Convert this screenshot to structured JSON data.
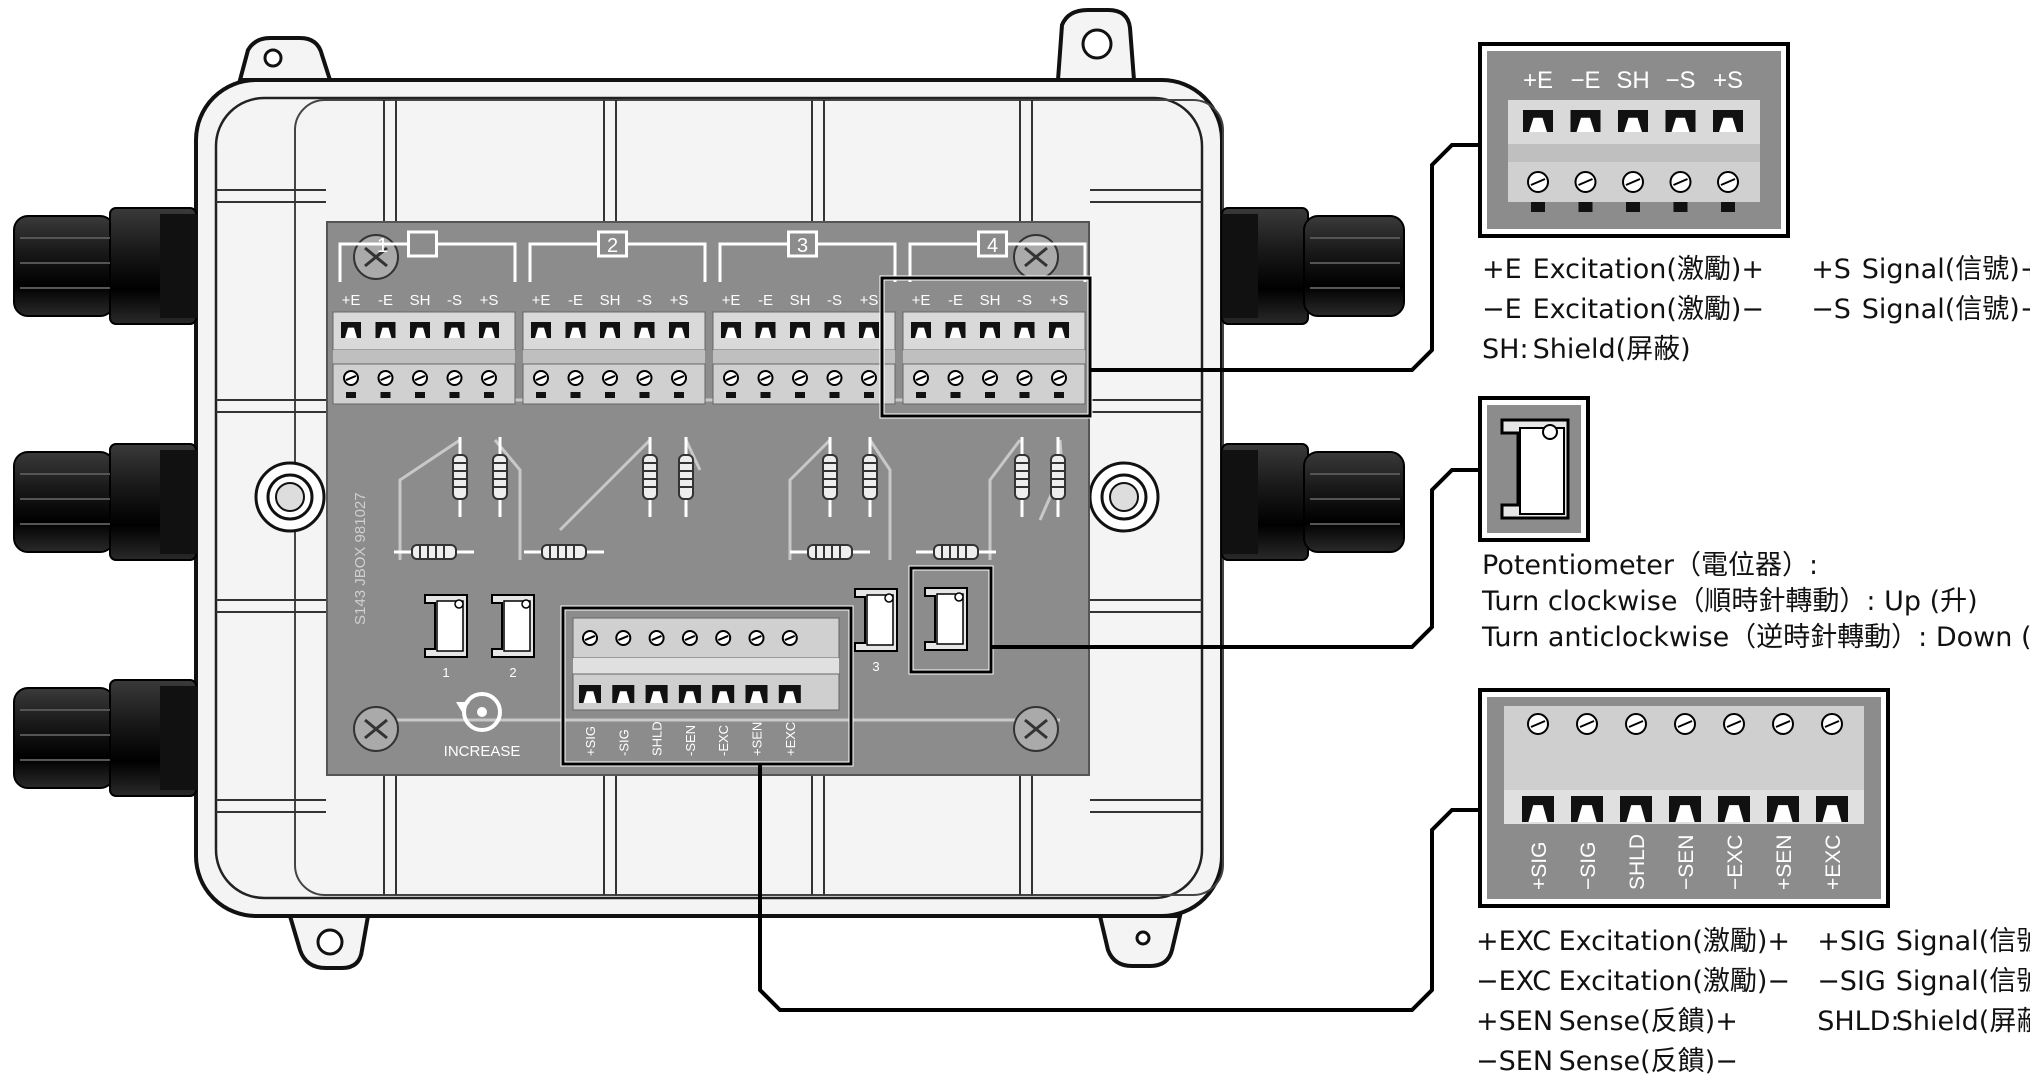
{
  "board": {
    "model": "S143 JBOX 981027",
    "increase_label": "INCREASE",
    "channel_numbers": [
      "1",
      "2",
      "3",
      "4"
    ],
    "channel_terminals": [
      "+E",
      "-E",
      "SH",
      "-S",
      "+S"
    ],
    "pot_numbers": [
      "1",
      "2",
      "3"
    ],
    "output_terminals": [
      "+SIG",
      "-SIG",
      "SHLD",
      "-SEN",
      "-EXC",
      "+SEN",
      "+EXC"
    ]
  },
  "zoom_channel": {
    "terminals": [
      "+E",
      "−E",
      "SH",
      "−S",
      "+S"
    ]
  },
  "legend_channel": {
    "rows": [
      {
        "key": "+E",
        "desc": "Excitation(激勵)+",
        "key2": "+S",
        "desc2": "Signal(信號)+"
      },
      {
        "key": "−E",
        "desc": "Excitation(激勵)−",
        "key2": "−S",
        "desc2": "Signal(信號)−"
      },
      {
        "key": "SH:",
        "desc": "Shield(屏蔽)",
        "key2": "",
        "desc2": ""
      }
    ]
  },
  "potentiometer": {
    "title": "Potentiometer（電位器）:",
    "line1": "Turn clockwise（順時針轉動）: Up (升)",
    "line2": "Turn anticlockwise（逆時針轉動）: Down (降)"
  },
  "zoom_output": {
    "terminals": [
      "+SIG",
      "−SIG",
      "SHLD",
      "−SEN",
      "−EXC",
      "+SEN",
      "+EXC"
    ]
  },
  "legend_output": {
    "rows": [
      {
        "key": "+EXC",
        "desc": "Excitation(激勵)+",
        "key2": "+SIG",
        "desc2": "Signal(信號)+"
      },
      {
        "key": "−EXC",
        "desc": "Excitation(激勵)−",
        "key2": "−SIG",
        "desc2": "Signal(信號)−"
      },
      {
        "key": "+SEN",
        "desc": "Sense(反饋)+",
        "key2": "SHLD:",
        "desc2": "Shield(屏蔽)"
      },
      {
        "key": "−SEN",
        "desc": "Sense(反饋)−",
        "key2": "",
        "desc2": ""
      }
    ]
  }
}
